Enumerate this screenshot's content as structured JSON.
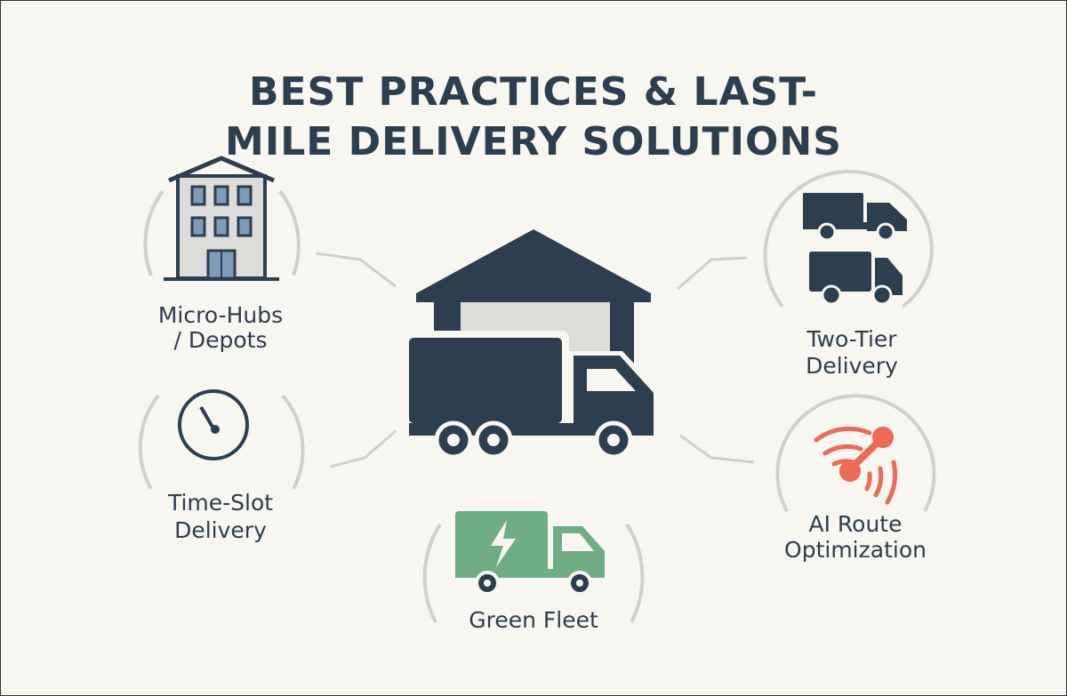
{
  "title": {
    "line1": "BEST PRACTICES & LAST-",
    "line2": "MILE DELIVERY SOLUTIONS"
  },
  "center": {
    "icon": "warehouse-truck-icon"
  },
  "items": [
    {
      "id": "micro-hubs",
      "line1": "Micro-Hubs",
      "line2": "/ Depots",
      "icon": "building-icon"
    },
    {
      "id": "time-slot",
      "line1": "Time-Slot",
      "line2": "Delivery",
      "icon": "clock-icon"
    },
    {
      "id": "green-fleet",
      "line1": "Green Fleet",
      "icon": "electric-truck-icon"
    },
    {
      "id": "two-tier",
      "line1": "Two-Tier",
      "line2": "Delivery",
      "icon": "trucks-icon"
    },
    {
      "id": "ai-route",
      "line1": "AI Route",
      "line2": "Optimization",
      "icon": "route-signal-icon"
    }
  ],
  "colors": {
    "background": "#f8f6f0",
    "dark": "#2d3e4e",
    "green": "#6fae85",
    "red": "#ec6a56",
    "arc": "#d2d0cb",
    "window": "#7f9db8"
  }
}
